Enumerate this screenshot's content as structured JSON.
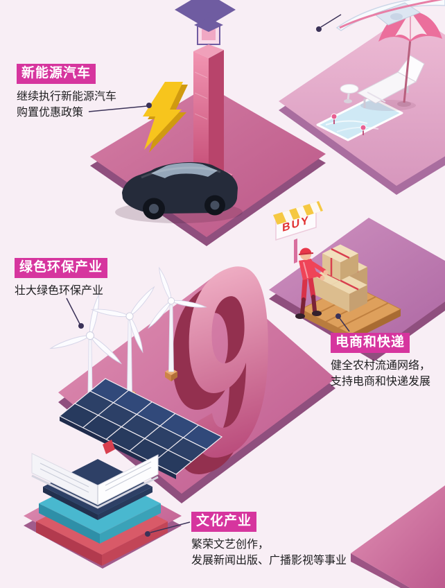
{
  "colors": {
    "background": "#f8eef5",
    "accent_magenta": "#d6359e",
    "platform_pink": "#d47ea5",
    "purple": "#6f5ca1",
    "lightning_yellow": "#f7c51d",
    "connector": "#3b3258",
    "buy_red": "#e03131"
  },
  "labels": {
    "new_energy": {
      "title": "新能源汽车",
      "line1": "继续执行新能源汽车",
      "line2": "购置优惠政策"
    },
    "green": {
      "title": "绿色环保产业",
      "line1": "壮大绿色环保产业"
    },
    "ecommerce": {
      "title": "电商和快递",
      "line1": "健全农村流通网络，",
      "line2": "支持电商和快递发展"
    },
    "culture": {
      "title": "文化产业",
      "line1": "繁荣文艺创作，",
      "line2": "发展新闻出版、广播影视等事业"
    }
  },
  "illustration": {
    "buy_sign": "BUY",
    "numeral": "9",
    "icons": [
      "airplane-icon",
      "beach-umbrella-icon",
      "lounge-chair-icon",
      "pool-icon",
      "tower-icon",
      "lightning-icon",
      "car-icon",
      "buy-sign",
      "parcel-boxes-icon",
      "courier-person-icon",
      "wind-turbine-icon",
      "solar-panels-icon",
      "number-nine",
      "open-book-icon"
    ]
  }
}
